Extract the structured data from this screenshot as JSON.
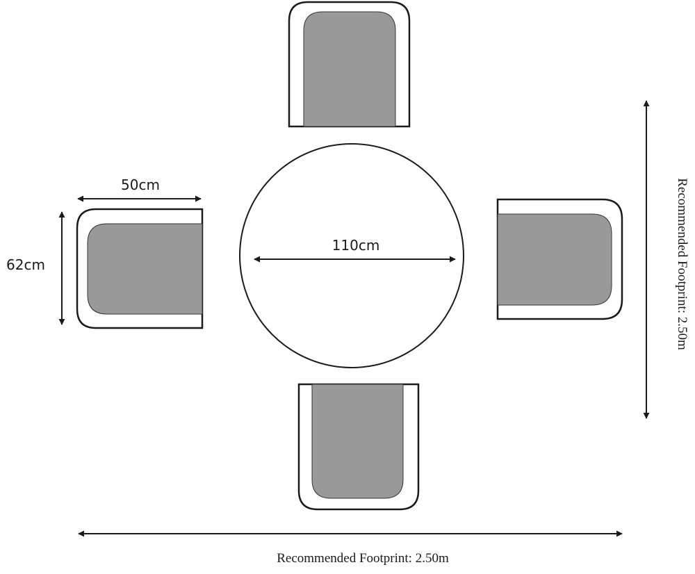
{
  "labels": {
    "chair_width": "50cm",
    "chair_depth": "62cm",
    "table_diameter": "110cm",
    "footprint_horizontal": "Recommended Footprint: 2.50m",
    "footprint_vertical": "Recommended Footprint: 2.50m"
  },
  "colors": {
    "cushion": "#999999",
    "outline": "#1a1a1a",
    "background": "#ffffff"
  }
}
